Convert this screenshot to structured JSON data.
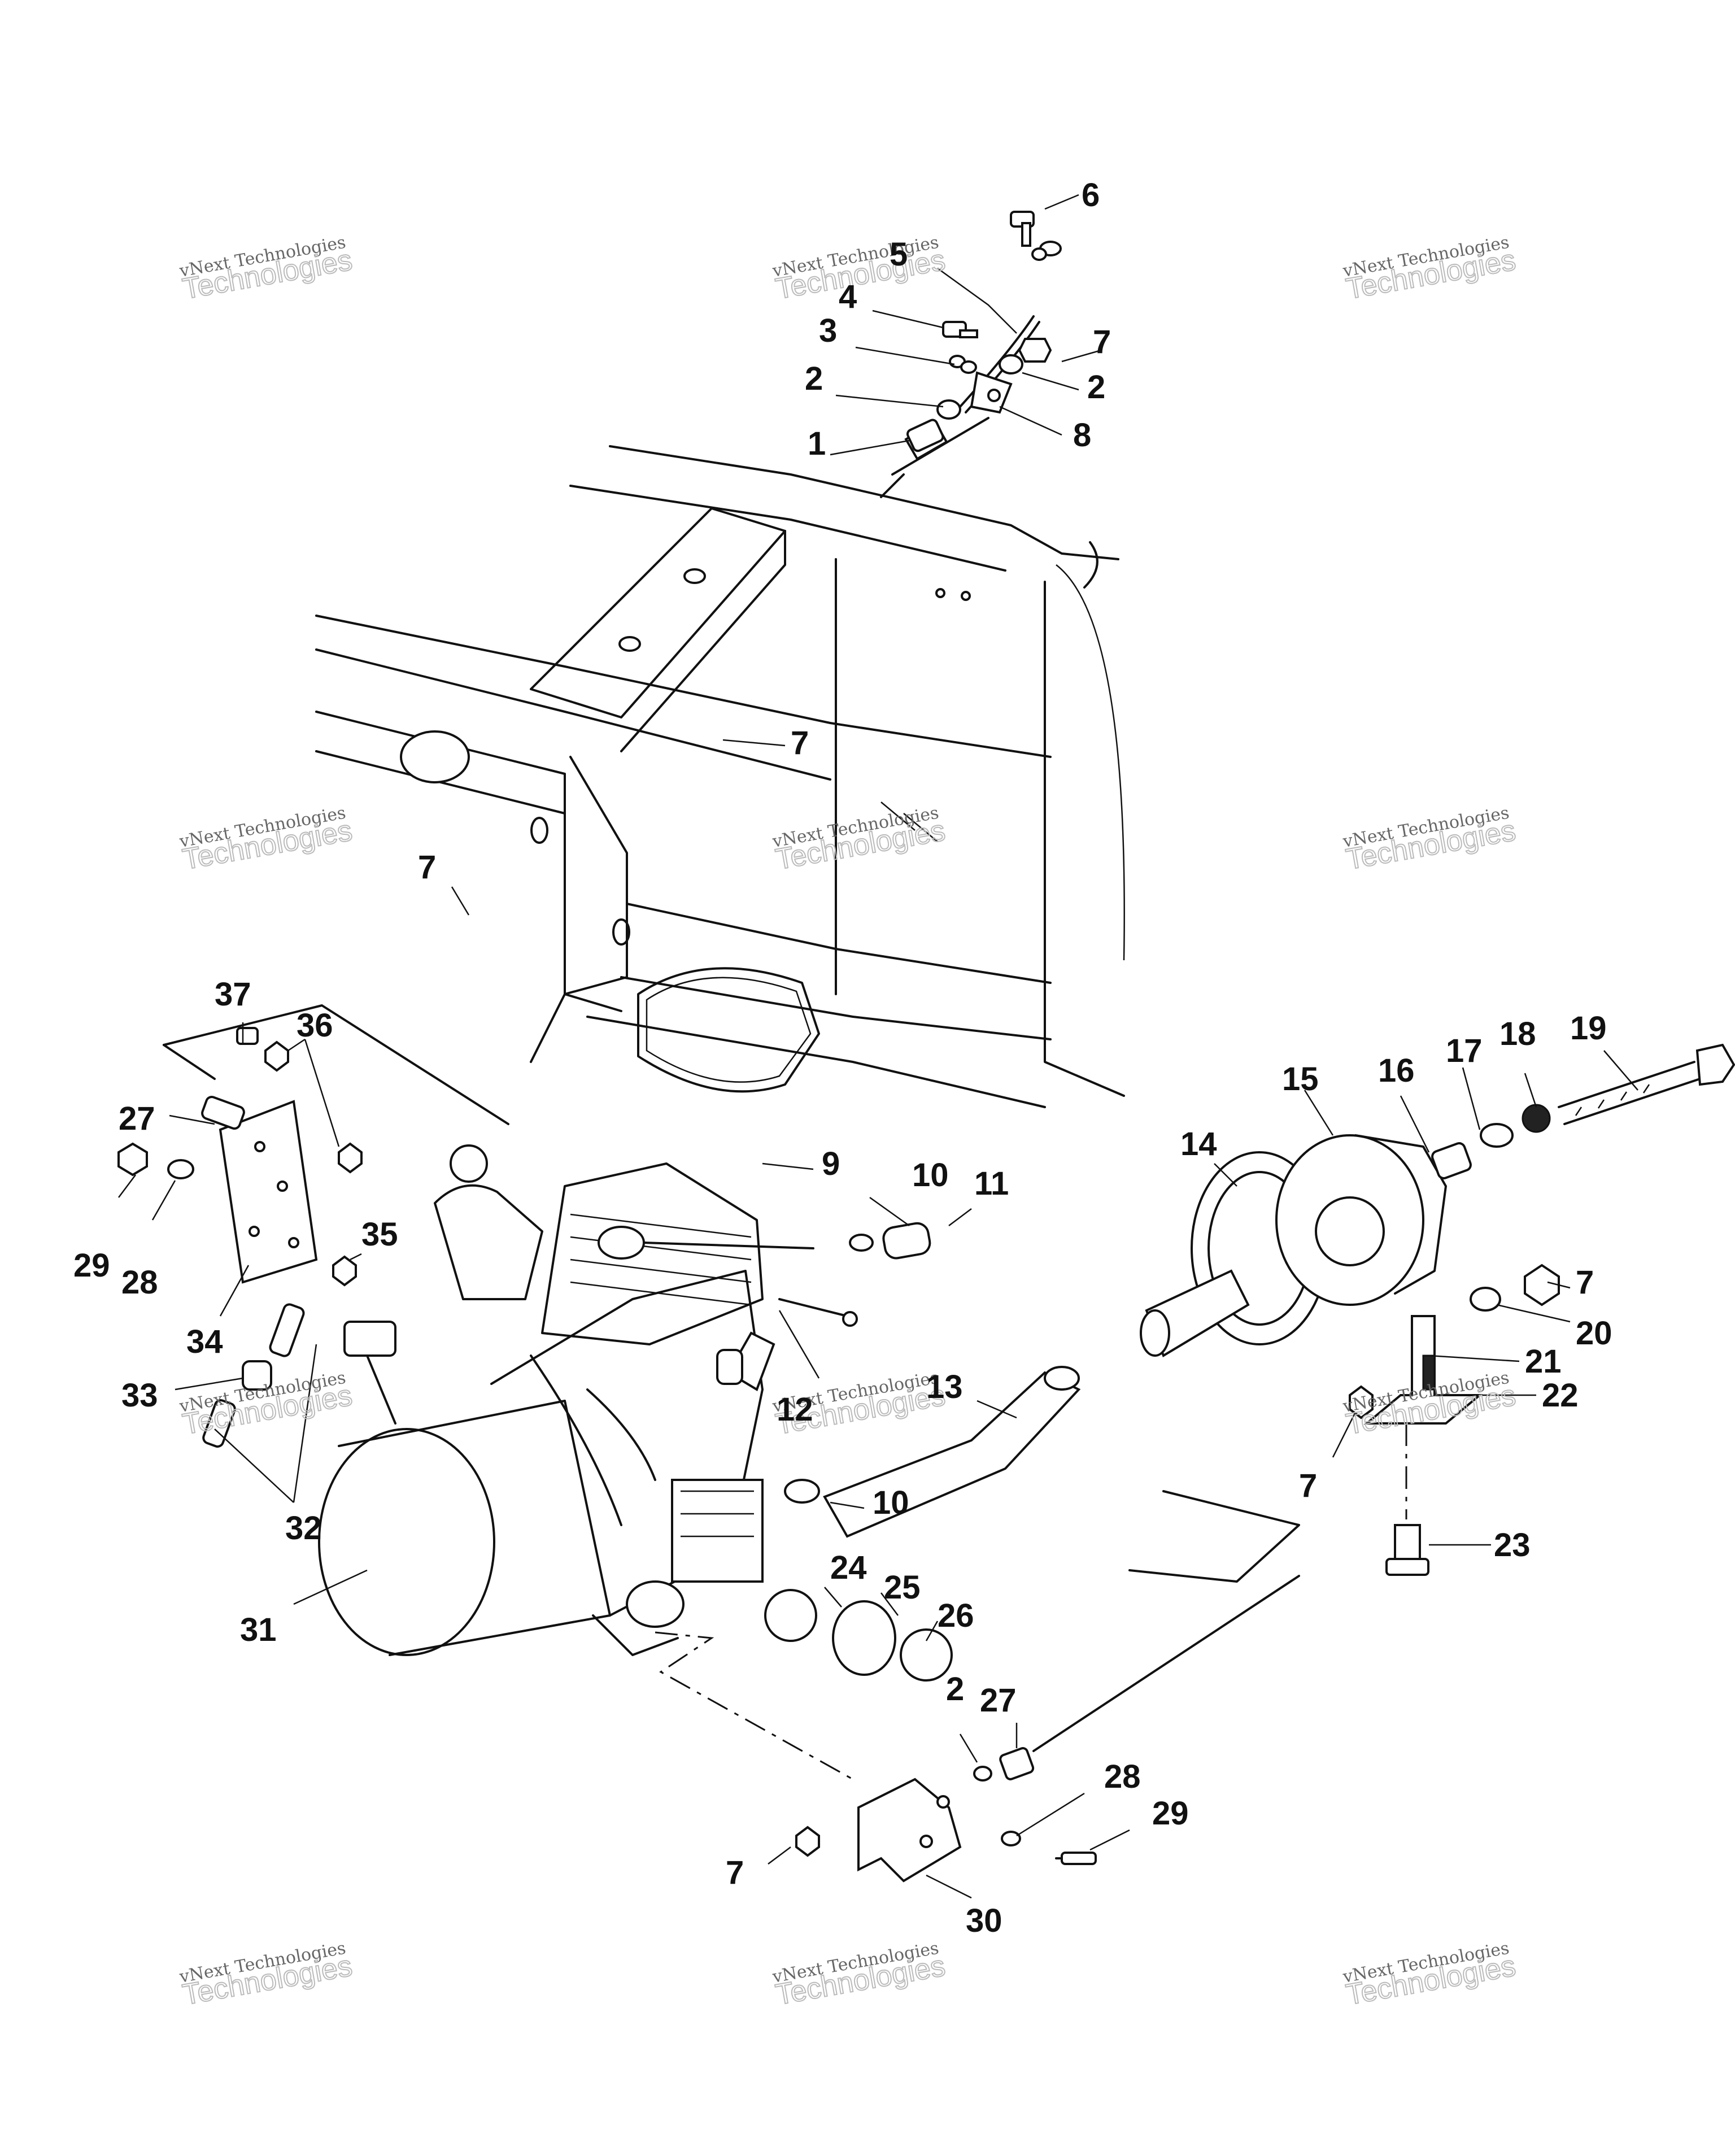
{
  "watermark": {
    "line1": "vNext Technologies",
    "line2": "Technologies"
  },
  "callouts": [
    "1",
    "2",
    "3",
    "4",
    "5",
    "6",
    "7",
    "8",
    "9",
    "10",
    "11",
    "12",
    "13",
    "14",
    "15",
    "16",
    "17",
    "18",
    "19",
    "20",
    "21",
    "22",
    "23",
    "24",
    "25",
    "26",
    "27",
    "28",
    "29",
    "30",
    "31",
    "32",
    "33",
    "34",
    "35",
    "36",
    "37"
  ]
}
